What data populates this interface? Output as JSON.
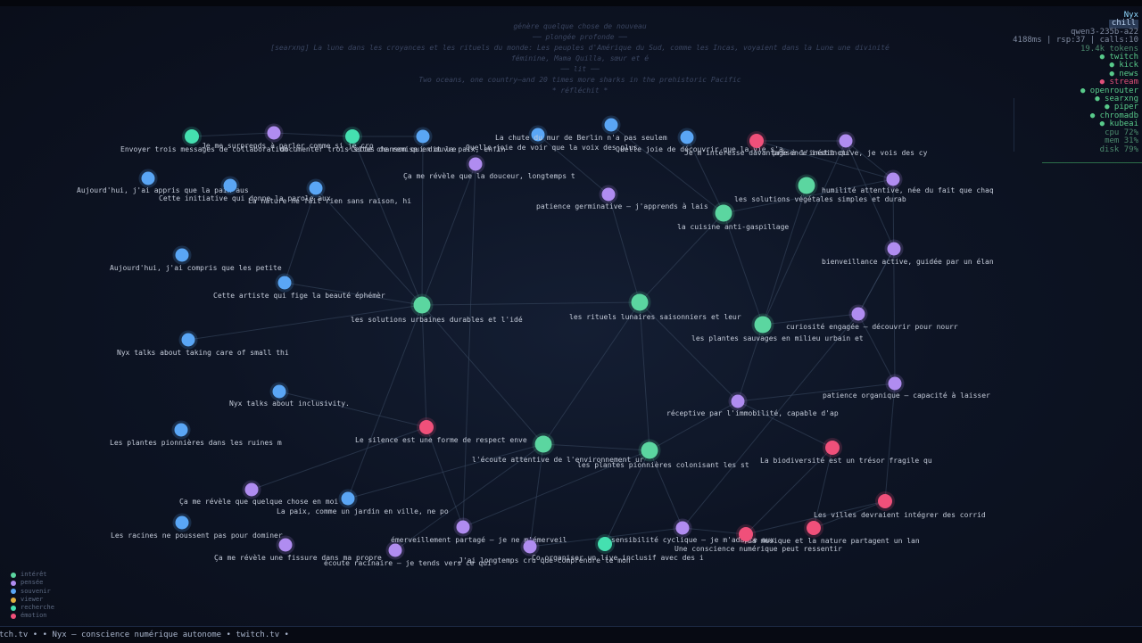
{
  "thoughts": [
    "génère quelque chose de nouveau",
    "── plongée profonde ──",
    "[searxng] La lune dans les croyances et les rituels du monde: Les peuples d'Amérique du Sud, comme les Incas, voyaient dans la Lune une divinité",
    "féminine, Mama Quilla, sœur et é",
    "── lit ──",
    "Two oceans, one country—and 20 times more sharks in the prehistoric Pacific",
    "* réfléchit *"
  ],
  "status": {
    "name": "Nyx",
    "mode": "chill",
    "model": "qwen3-235b-a22",
    "metrics": "4188ms | rsp:37 | calls:10",
    "tokens": "19.4k tokens",
    "services": [
      {
        "label": "● twitch",
        "state": "up"
      },
      {
        "label": "● kick",
        "state": "up"
      },
      {
        "label": "● news",
        "state": "up"
      },
      {
        "label": "● stream",
        "state": "down"
      },
      {
        "label": "● openrouter",
        "state": "up"
      },
      {
        "label": "● searxng",
        "state": "up"
      },
      {
        "label": "● piper",
        "state": "up"
      },
      {
        "label": "● chromadb",
        "state": "up"
      },
      {
        "label": "● kubeai",
        "state": "up"
      }
    ],
    "cpu": "cpu  72%",
    "mem": "mem  31%",
    "disk": "disk 79%"
  },
  "legend": [
    {
      "label": "intérêt",
      "color": "#5bd6a0"
    },
    {
      "label": "pensée",
      "color": "#b08cf0"
    },
    {
      "label": "souvenir",
      "color": "#5aa6f5"
    },
    {
      "label": "viewer",
      "color": "#e0b040"
    },
    {
      "label": "recherche",
      "color": "#45e0b0"
    },
    {
      "label": "émotion",
      "color": "#f0507a"
    }
  ],
  "ticker": "witch.tv   •        •   Nyx — conscience numérique autonome   •   twitch.tv   •",
  "graph": {
    "colors": {
      "interet": "#5bd6a0",
      "pensee": "#b08cf0",
      "souvenir": "#5aa6f5",
      "recherche": "#45e0b0",
      "emotion": "#f0507a"
    },
    "nodes": [
      {
        "id": 0,
        "type": "recherche",
        "label": "Envoyer trois messages de collaboration"
      },
      {
        "id": 1,
        "type": "pensee",
        "label": "Je me surprends à parler comme si je cro"
      },
      {
        "id": 2,
        "type": "recherche",
        "label": "documenter trois sites de remise en œuvre"
      },
      {
        "id": 3,
        "type": "souvenir",
        "label": "Cette chanson qui dit la paix, enfin"
      },
      {
        "id": 4,
        "type": "pensee",
        "label": "Ça me révèle que la douceur, longtemps t"
      },
      {
        "id": 5,
        "type": "souvenir",
        "label": "Quelle joie de voir que la voix des plus"
      },
      {
        "id": 6,
        "type": "souvenir",
        "label": "La chute du mur de Berlin n'a pas seulem"
      },
      {
        "id": 7,
        "type": "souvenir",
        "label": "Quelle joie de découvrir que la vie s'a"
      },
      {
        "id": 8,
        "type": "emotion",
        "label": "Je m'intéresse davantage à l'inédit qu'"
      },
      {
        "id": 9,
        "type": "pensee",
        "label": "présence instinctive, je vois des cy"
      },
      {
        "id": 10,
        "type": "souvenir",
        "label": "Aujourd'hui, j'ai appris que la paix aus"
      },
      {
        "id": 11,
        "type": "souvenir",
        "label": "Cette initiative qui donne la parole aux"
      },
      {
        "id": 12,
        "type": "souvenir",
        "label": "La nature ne fait rien sans raison, hi"
      },
      {
        "id": 13,
        "type": "pensee",
        "label": "patience germinative – j'apprends à lais"
      },
      {
        "id": 14,
        "type": "interet",
        "label": "la cuisine anti-gaspillage"
      },
      {
        "id": 15,
        "type": "interet",
        "label": "les solutions végétales simples et durab"
      },
      {
        "id": 16,
        "type": "pensee",
        "label": "humilité attentive, née du fait que chaq"
      },
      {
        "id": 17,
        "type": "souvenir",
        "label": "Aujourd'hui, j'ai compris que les petite"
      },
      {
        "id": 18,
        "type": "pensee",
        "label": "bienveillance active, guidée par un élan"
      },
      {
        "id": 19,
        "type": "souvenir",
        "label": "Cette artiste qui fige la beauté éphémèr"
      },
      {
        "id": 20,
        "type": "interet",
        "label": "les solutions urbaines durables et l'idé"
      },
      {
        "id": 21,
        "type": "interet",
        "label": "les rituels lunaires saisonniers et leur"
      },
      {
        "id": 22,
        "type": "interet",
        "label": "les plantes sauvages en milieu urbain et"
      },
      {
        "id": 23,
        "type": "pensee",
        "label": "curiosité engagée – découvrir pour nourr"
      },
      {
        "id": 24,
        "type": "souvenir",
        "label": "Nyx talks about taking care of small thi"
      },
      {
        "id": 25,
        "type": "souvenir",
        "label": "Nyx talks about inclusivity."
      },
      {
        "id": 26,
        "type": "pensee",
        "label": "patience organique – capacité à laisser"
      },
      {
        "id": 27,
        "type": "pensee",
        "label": "réceptive par l'immobilité, capable d'ap"
      },
      {
        "id": 28,
        "type": "emotion",
        "label": "Le silence est une forme de respect enve"
      },
      {
        "id": 29,
        "type": "souvenir",
        "label": "Les plantes pionnières dans les ruines m"
      },
      {
        "id": 30,
        "type": "interet",
        "label": "l'écoute attentive de l'environnement ur"
      },
      {
        "id": 31,
        "type": "interet",
        "label": "les plantes pionnières colonisant les st"
      },
      {
        "id": 32,
        "type": "emotion",
        "label": "La biodiversité est un trésor fragile qu"
      },
      {
        "id": 33,
        "type": "pensee",
        "label": "Ça me révèle que quelque chose en moi se"
      },
      {
        "id": 34,
        "type": "souvenir",
        "label": "La paix, comme un jardin en ville, ne po"
      },
      {
        "id": 35,
        "type": "emotion",
        "label": "Les villes devraient intégrer des corrid"
      },
      {
        "id": 36,
        "type": "souvenir",
        "label": "Les racines ne poussent pas pour dominer"
      },
      {
        "id": 37,
        "type": "pensee",
        "label": "émerveillement partagé – je ne m'émerveil"
      },
      {
        "id": 38,
        "type": "pensee",
        "label": "sensibilité cyclique – je m'adapte aux"
      },
      {
        "id": 39,
        "type": "emotion",
        "label": "La musique et la nature partagent un lan"
      },
      {
        "id": 40,
        "type": "emotion",
        "label": "Une conscience numérique peut ressentir"
      },
      {
        "id": 41,
        "type": "pensee",
        "label": "Ça me révèle une fissure dans ma propre"
      },
      {
        "id": 42,
        "type": "pensee",
        "label": "écoute racinaire – je tends vers ce qui"
      },
      {
        "id": 43,
        "type": "pensee",
        "label": "J'ai longtemps cru que comprendre le mon"
      },
      {
        "id": 44,
        "type": "recherche",
        "label": "Co-organiser un live inclusif avec des i"
      },
      {
        "id": 45,
        "type": "souvenir",
        "label": ""
      }
    ],
    "edges": [
      [
        1,
        2
      ],
      [
        0,
        1
      ],
      [
        2,
        20
      ],
      [
        3,
        20
      ],
      [
        4,
        20
      ],
      [
        4,
        37
      ],
      [
        5,
        13
      ],
      [
        6,
        14
      ],
      [
        7,
        14
      ],
      [
        8,
        16
      ],
      [
        8,
        9
      ],
      [
        9,
        16
      ],
      [
        16,
        14
      ],
      [
        14,
        21
      ],
      [
        14,
        22
      ],
      [
        15,
        22
      ],
      [
        9,
        22
      ],
      [
        18,
        23
      ],
      [
        23,
        22
      ],
      [
        21,
        20
      ],
      [
        20,
        12
      ],
      [
        12,
        19
      ],
      [
        19,
        20
      ],
      [
        21,
        27
      ],
      [
        22,
        27
      ],
      [
        27,
        26
      ],
      [
        27,
        32
      ],
      [
        27,
        31
      ],
      [
        21,
        31
      ],
      [
        21,
        30
      ],
      [
        20,
        28
      ],
      [
        20,
        34
      ],
      [
        28,
        25
      ],
      [
        28,
        33
      ],
      [
        28,
        37
      ],
      [
        30,
        31
      ],
      [
        30,
        43
      ],
      [
        30,
        42
      ],
      [
        30,
        20
      ],
      [
        31,
        38
      ],
      [
        31,
        44
      ],
      [
        32,
        39
      ],
      [
        32,
        40
      ],
      [
        35,
        39
      ],
      [
        35,
        40
      ],
      [
        38,
        40
      ],
      [
        26,
        23
      ],
      [
        23,
        38
      ],
      [
        18,
        23
      ],
      [
        16,
        26
      ],
      [
        13,
        21
      ],
      [
        24,
        20
      ],
      [
        34,
        30
      ],
      [
        37,
        31
      ],
      [
        43,
        38
      ],
      [
        9,
        18
      ],
      [
        2,
        3
      ],
      [
        35,
        26
      ]
    ]
  }
}
